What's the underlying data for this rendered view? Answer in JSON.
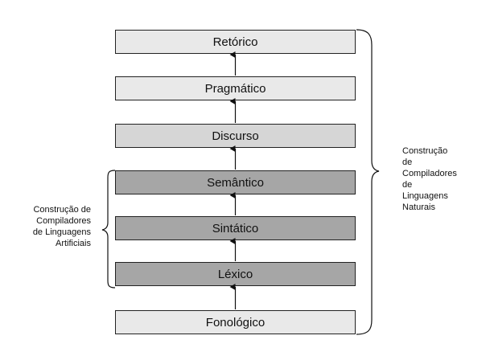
{
  "layers": [
    {
      "key": "retorico",
      "label": "Retórico",
      "shade": "light"
    },
    {
      "key": "pragmatico",
      "label": "Pragmático",
      "shade": "light"
    },
    {
      "key": "discurso",
      "label": "Discurso",
      "shade": "mid"
    },
    {
      "key": "semantico",
      "label": "Semântico",
      "shade": "dark"
    },
    {
      "key": "sintatico",
      "label": "Sintático",
      "shade": "dark"
    },
    {
      "key": "lexico",
      "label": "Léxico",
      "shade": "dark"
    },
    {
      "key": "fonologico",
      "label": "Fonológico",
      "shade": "light"
    }
  ],
  "artificial_label": {
    "lines": [
      "Construção de",
      "Compiladores",
      "de Linguagens",
      "Artificiais"
    ]
  },
  "natural_label": {
    "lines": [
      "Construção",
      "de",
      "Compiladores",
      "de",
      "Linguagens",
      "Naturais"
    ]
  },
  "colors": {
    "light": "#e9e9e9",
    "mid": "#d6d6d6",
    "dark": "#a6a6a6",
    "border": "#222222"
  }
}
